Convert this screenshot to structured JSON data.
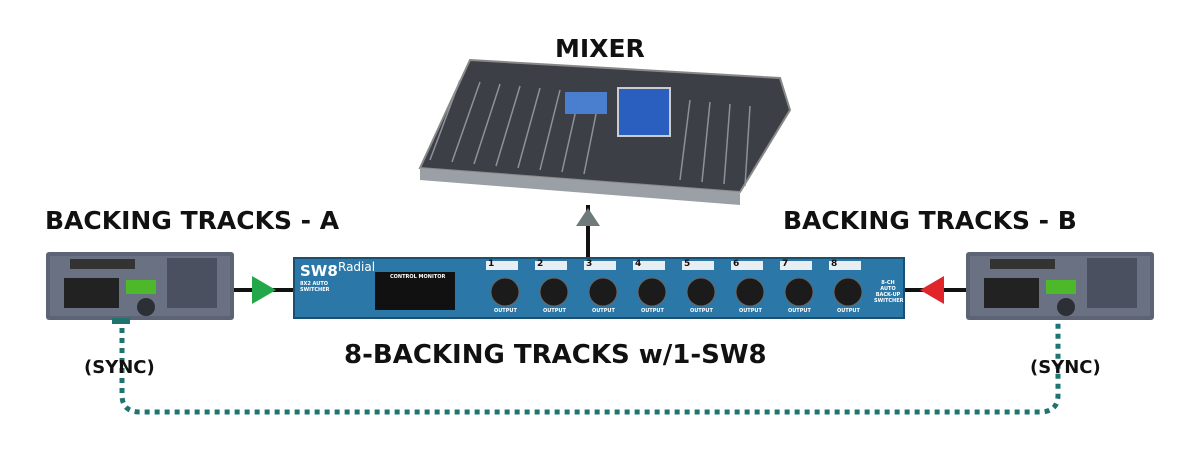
{
  "labels": {
    "mixer": "MIXER",
    "tracks_a": "BACKING TRACKS - A",
    "tracks_b": "BACKING TRACKS - B",
    "caption": "8-BACKING TRACKS w/1-SW8",
    "sync_left": "(SYNC)",
    "sync_right": "(SYNC)"
  },
  "switcher": {
    "model": "SW8",
    "brand": "Radial",
    "subtitle": "8X2 AUTO SWITCHER",
    "monitor": "CONTROL MONITOR",
    "side": "8-CH AUTO BACK-UP SWITCHER",
    "output": "OUTPUT",
    "channels": [
      "1",
      "2",
      "3",
      "4",
      "5",
      "6",
      "7",
      "8"
    ]
  },
  "colors": {
    "arrow_in_a": "#22a84a",
    "arrow_in_b": "#e0262a",
    "arrow_out": "#6f7a7a",
    "sync_line": "#1e7470",
    "rack": "#2b78a8"
  }
}
